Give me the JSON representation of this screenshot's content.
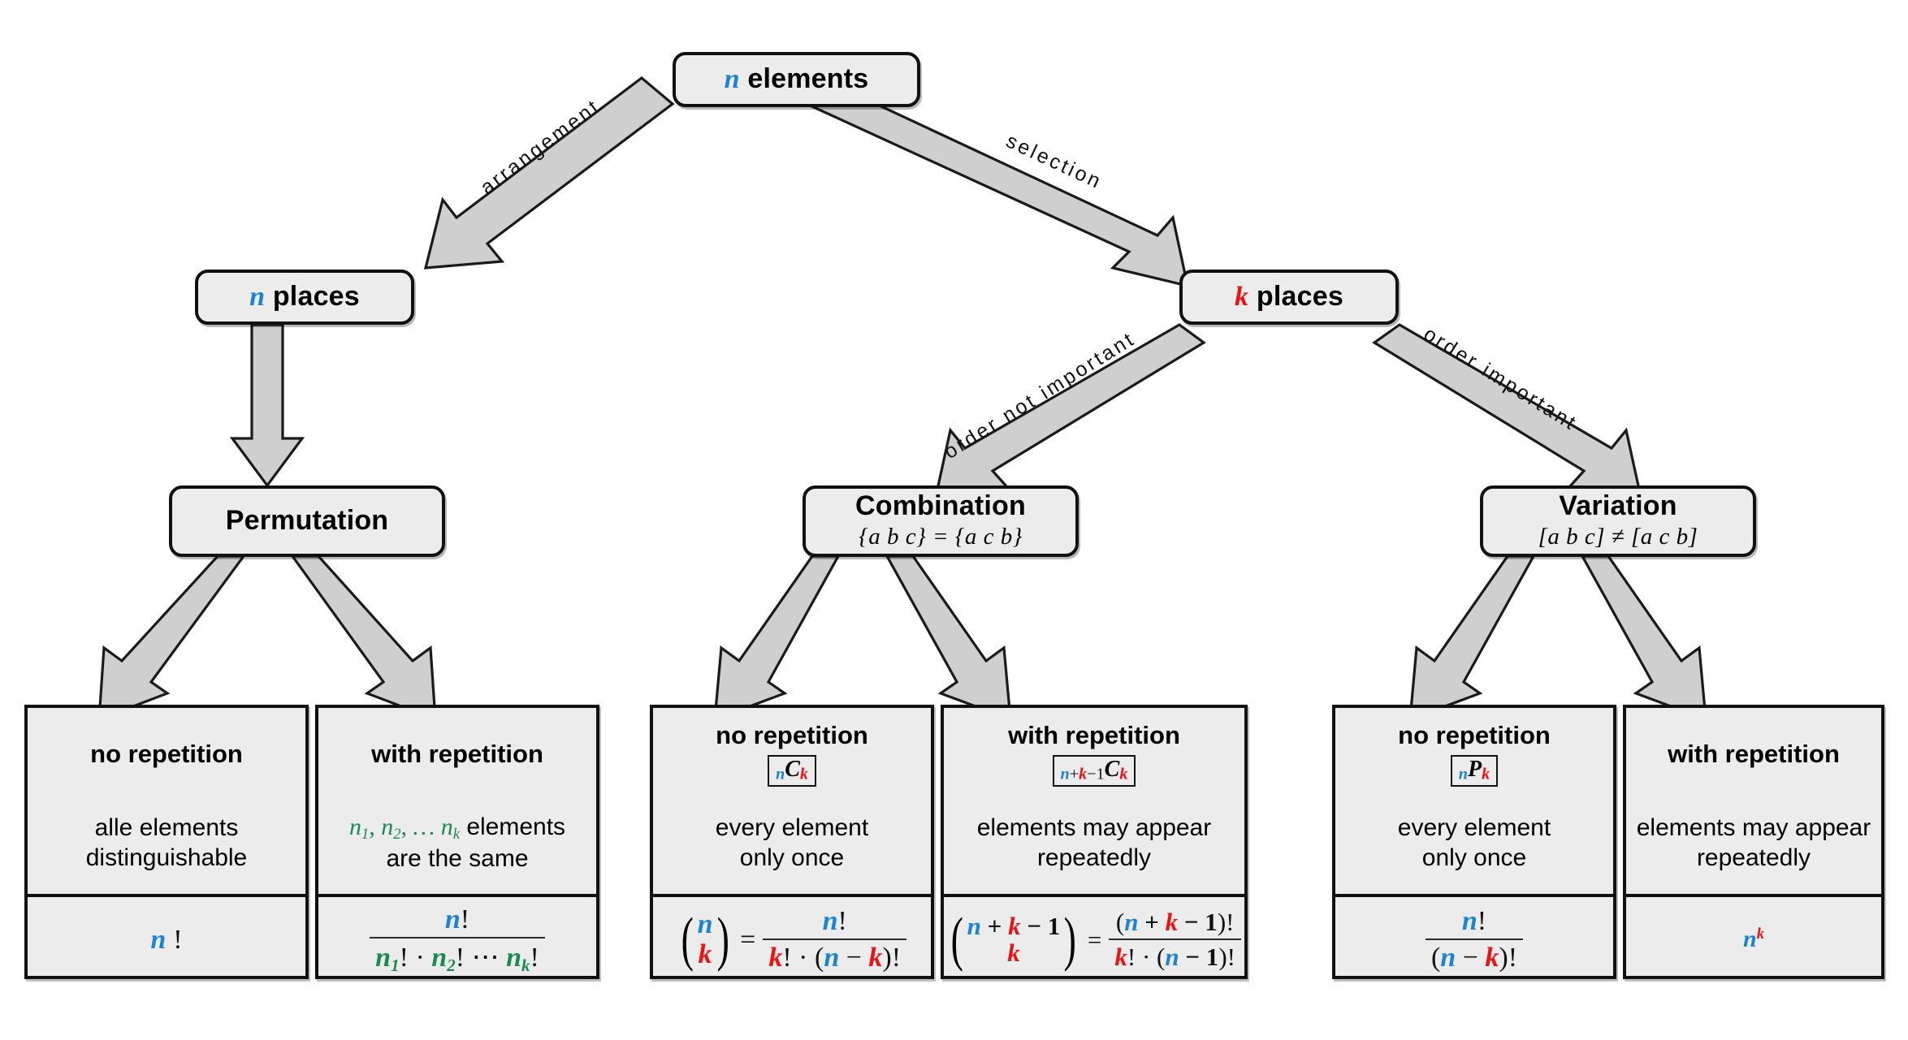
{
  "diagram": {
    "title": "Combinatorics decision tree",
    "colors": {
      "n": "#1b82d4",
      "k": "#ef1111",
      "green": "#1a8a4f",
      "node_fill": "#ececec",
      "border": "#111111",
      "arrow_fill": "#cfcfcf"
    }
  },
  "root": {
    "label_var": "n",
    "label_text": "elements"
  },
  "edges": {
    "arrangement": "arrangement",
    "selection": "selection",
    "order_not_important": "order not important",
    "order_important": "order important"
  },
  "level2": {
    "n_places": {
      "var": "n",
      "text": "places"
    },
    "k_places": {
      "var": "k",
      "text": "places"
    }
  },
  "level3": {
    "permutation": {
      "title": "Permutation",
      "subtitle": ""
    },
    "combination": {
      "title": "Combination",
      "subtitle": "{a b c} = {a c b}"
    },
    "variation": {
      "title": "Variation",
      "subtitle": "[a b c] ≠ [a c b]"
    }
  },
  "cells": {
    "perm_no_rep": {
      "head": "no repetition",
      "badge": "",
      "desc1": "alle elements",
      "desc2": "distinguishable"
    },
    "perm_with_rep": {
      "head": "with repetition",
      "badge": "",
      "desc1": "n1, n2, … nk elements",
      "desc2": "are the same"
    },
    "comb_no_rep": {
      "head": "no repetition",
      "badge": "nCk",
      "desc1": "every element",
      "desc2": "only once"
    },
    "comb_with_rep": {
      "head": "with repetition",
      "badge": "n+k-1Ck",
      "desc1": "elements may appear",
      "desc2": "repeatedly"
    },
    "var_no_rep": {
      "head": "no repetition",
      "badge": "nPk",
      "desc1": "every element",
      "desc2": "only once"
    },
    "var_with_rep": {
      "head": "with repetition",
      "badge": "",
      "desc1": "elements may appear",
      "desc2": "repeatedly"
    }
  },
  "formulas": {
    "perm_no_rep": "n!",
    "perm_with_rep": "n! / (n1! · n2! ⋯ nk!)",
    "comb_no_rep": "(n over k) = n! / (k! · (n − k)!)",
    "comb_with_rep": "(n + k − 1 over k) = (n + k − 1)! / (k! · (n − 1)!)",
    "var_no_rep": "n! / (n − k)!",
    "var_with_rep": "n^k"
  }
}
